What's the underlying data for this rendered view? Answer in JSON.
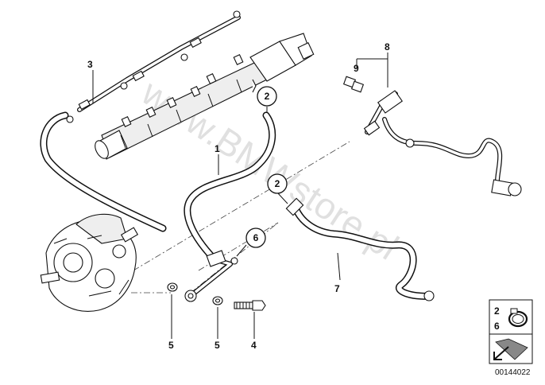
{
  "callouts": {
    "c1": "1",
    "c2a": "2",
    "c2b": "2",
    "c3": "3",
    "c4": "4",
    "c5a": "5",
    "c5b": "5",
    "c6": "6",
    "c7": "7",
    "c8": "8",
    "c9": "9"
  },
  "legend": {
    "num_top": "2",
    "num_bottom": "6"
  },
  "part_number": "00144022",
  "watermark": "www.BMWstore.pl"
}
